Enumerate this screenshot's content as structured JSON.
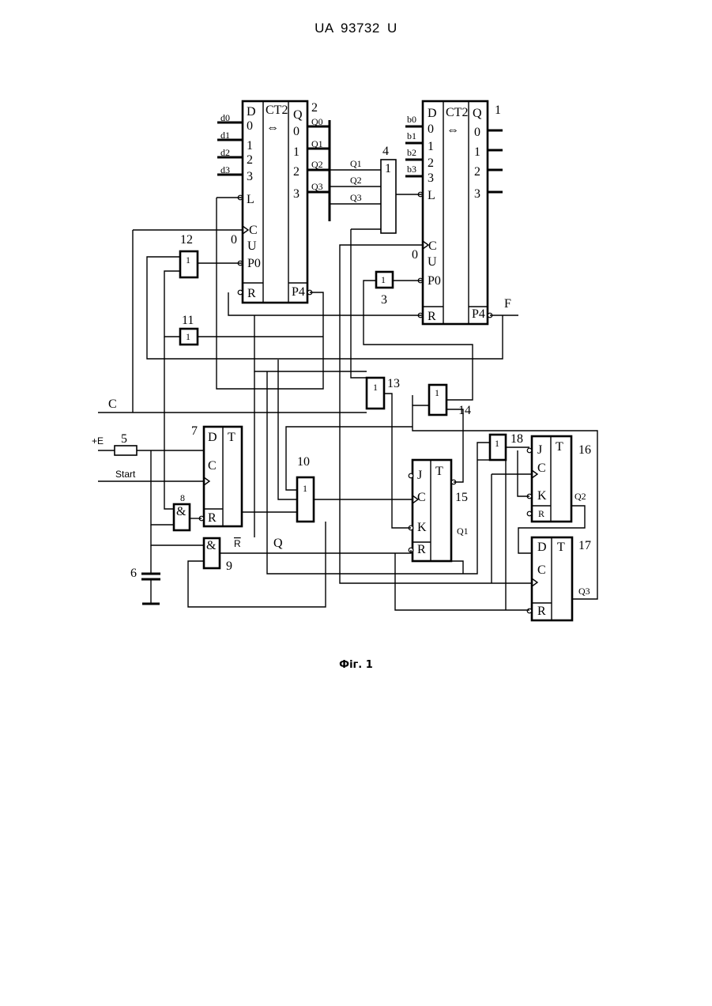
{
  "header": {
    "doc_number": "UA 93732 U"
  },
  "caption": "Фіг. 1",
  "counters": {
    "top_left": {
      "ref": "2",
      "type": "CT2",
      "ins": [
        "D",
        "0",
        "1",
        "2",
        "3",
        "L",
        "C",
        "U",
        "P0",
        "R"
      ],
      "outs": [
        "Q",
        "0",
        "1",
        "2",
        "3",
        "P4"
      ],
      "data_inputs": [
        "d0",
        "d1",
        "d2",
        "d3"
      ],
      "out_labels": [
        "Q0",
        "Q1",
        "Q2",
        "Q3"
      ],
      "u_input": "0"
    },
    "top_right": {
      "ref": "1",
      "type": "CT2",
      "ins": [
        "D",
        "0",
        "1",
        "2",
        "3",
        "L",
        "C",
        "U",
        "P0",
        "R"
      ],
      "outs": [
        "Q",
        "0",
        "1",
        "2",
        "3",
        "P4"
      ],
      "data_inputs": [
        "b0",
        "b1",
        "b2",
        "b3"
      ],
      "u_input": "0"
    }
  },
  "gates": [
    {
      "ref": "4",
      "symbol": "1",
      "inputs": [
        "Q1",
        "Q2",
        "Q3"
      ]
    },
    {
      "ref": "12",
      "symbol": "1"
    },
    {
      "ref": "11",
      "symbol": "1"
    },
    {
      "ref": "3",
      "symbol": "1"
    },
    {
      "ref": "13",
      "symbol": "1"
    },
    {
      "ref": "14",
      "symbol": "1"
    },
    {
      "ref": "18",
      "symbol": "1"
    },
    {
      "ref": "10",
      "symbol": "1"
    },
    {
      "ref": "8",
      "symbol": "&"
    },
    {
      "ref": "9",
      "symbol": "&"
    }
  ],
  "flipflops": [
    {
      "ref": "7",
      "type": "T",
      "pins": [
        "D",
        "C",
        "R"
      ]
    },
    {
      "ref": "15",
      "type": "T",
      "pins": [
        "J",
        "C",
        "K",
        "R"
      ],
      "out": "Q1"
    },
    {
      "ref": "16",
      "type": "T",
      "pins": [
        "J",
        "C",
        "K",
        "R"
      ],
      "out": "Q2"
    },
    {
      "ref": "17",
      "type": "T",
      "pins": [
        "D",
        "C",
        "R"
      ],
      "out": "Q3"
    }
  ],
  "misc": {
    "resistor_ref": "5",
    "capacitor_ref": "6",
    "signals": {
      "supply": "+E",
      "start": "Start",
      "clock": "C",
      "output_f": "F",
      "q": "Q",
      "r_bar": "R"
    }
  }
}
